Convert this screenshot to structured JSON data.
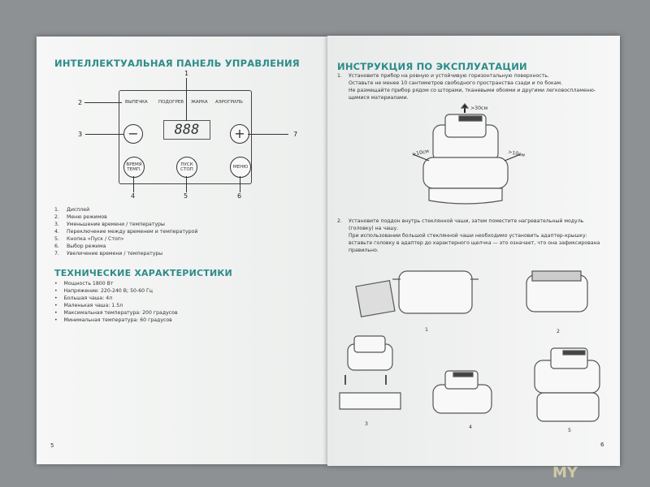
{
  "left_page": {
    "title": "ИНТЕЛЛЕКТУАЛЬНАЯ ПАНЕЛЬ УПРАВЛЕНИЯ",
    "panel": {
      "modes": [
        "ВЫПЕЧКА",
        "ПОДОГРЕВ",
        "ЖАРКА",
        "АЭРОГРИЛЬ"
      ],
      "display": "888",
      "minus": "−",
      "plus": "+",
      "btn_time_temp_1": "ВРЕМЯ",
      "btn_time_temp_2": "ТЕМП.",
      "btn_start_1": "ПУСК",
      "btn_start_2": "СТОП",
      "btn_menu": "МЕНЮ",
      "callouts": [
        "1",
        "2",
        "3",
        "4",
        "5",
        "6",
        "7"
      ]
    },
    "legend": [
      {
        "n": "1.",
        "t": "Дисплей"
      },
      {
        "n": "2.",
        "t": "Меню режимов"
      },
      {
        "n": "3.",
        "t": "Уменьшение времени / температуры"
      },
      {
        "n": "4.",
        "t": "Переключение между временем и температурой"
      },
      {
        "n": "5.",
        "t": "Кнопка «Пуск / Стоп»"
      },
      {
        "n": "6.",
        "t": "Выбор режима"
      },
      {
        "n": "7.",
        "t": "Увеличение времени / температуры"
      }
    ],
    "specs_title": "ТЕХНИЧЕСКИЕ ХАРАКТЕРИСТИКИ",
    "specs": [
      "Мощность 1800 Вт",
      "Напряжение: 220-240 В; 50-60 Гц",
      "Большая чаша: 4л",
      "Маленькая чаша: 1.5л",
      "Максимальная температура: 200 градусов",
      "Минимальная температура: 60 градусов"
    ],
    "page_number": "5"
  },
  "right_page": {
    "title": "ИНСТРУКЦИЯ ПО ЭКСПЛУАТАЦИИ",
    "step1_n": "1.",
    "step1": [
      "Установите прибор на ровную и устойчивую горизонтальную поверхность.",
      "Оставьте не менее 10 сантиметров свободного пространства сзади и по бокам.",
      "Не размещайте прибор рядом со шторами, тканевыми обоями и другими легковоспламеню-",
      "щимися материалами."
    ],
    "dims": {
      "top": ">30см",
      "left": ">10см",
      "right": ">10см"
    },
    "step2_n": "2.",
    "step2": [
      "Установите поддон внутрь стеклянной чаши, затем поместите нагревательный модуль",
      "(головку) на чашу.",
      "При использовании большой стеклянной чаши необходимо установить адаптер-крышку:",
      "вставьте головку в адаптер до характерного щелчка — это означает, что она зафиксирована",
      "правильно."
    ],
    "figs": [
      "1",
      "2",
      "3",
      "4",
      "5"
    ],
    "page_number": "6"
  },
  "watermark": "MY"
}
